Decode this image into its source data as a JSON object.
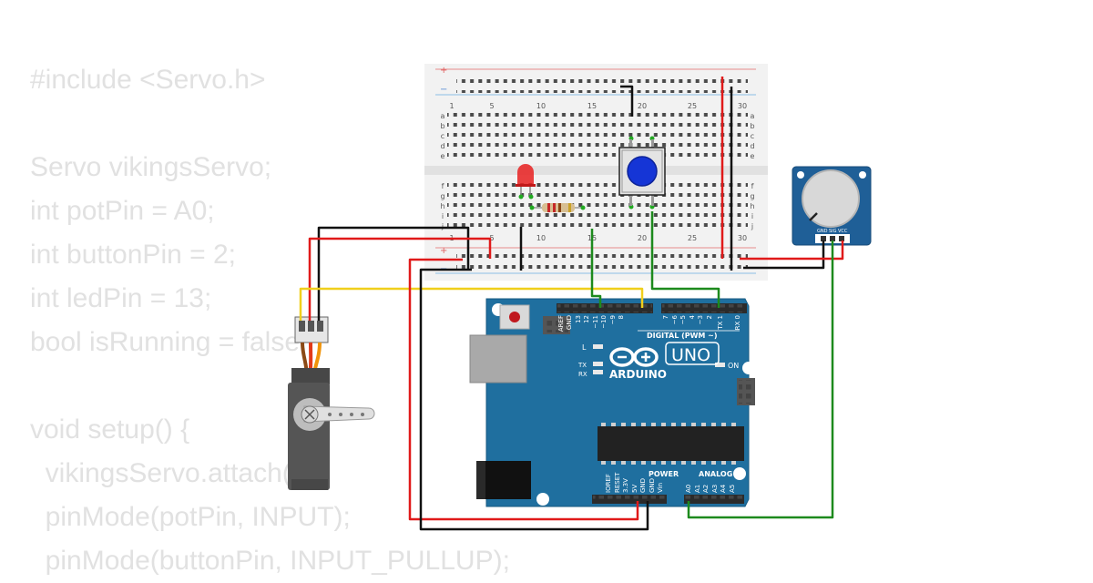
{
  "code_lines": [
    "#include <Servo.h>",
    "",
    "Servo vikingsServo;",
    "int potPin = A0;",
    "int buttonPin = 2;",
    "int ledPin = 13;",
    "bool isRunning = false;",
    "",
    "void setup() {",
    "  vikingsServo.attach(9);",
    "  pinMode(potPin, INPUT);",
    "  pinMode(buttonPin, INPUT_PULLUP);"
  ],
  "breadboard": {
    "columns": [
      "1",
      "5",
      "10",
      "15",
      "20",
      "25",
      "30"
    ],
    "rows_top": [
      "a",
      "b",
      "c",
      "d",
      "e"
    ],
    "rows_bottom": [
      "f",
      "g",
      "h",
      "i",
      "j"
    ],
    "rail_plus": "+",
    "rail_minus": "−"
  },
  "arduino": {
    "brand": "ARDUINO",
    "model": "UNO",
    "digital_label": "DIGITAL (PWM ~)",
    "on_label": "ON",
    "l_label": "L",
    "tx_label": "TX",
    "rx_label": "RX",
    "power_label": "POWER",
    "analog_label": "ANALOG IN",
    "digital_pins": [
      "AREF",
      "GND",
      "13",
      "12",
      "~11",
      "~10",
      "~9",
      "8",
      "7",
      "~6",
      "~5",
      "4",
      "~3",
      "2",
      "TX 1",
      "RX 0"
    ],
    "power_pins": [
      "IOREF",
      "RESET",
      "3.3V",
      "5V",
      "GND",
      "GND",
      "Vin"
    ],
    "analog_pins": [
      "A0",
      "A1",
      "A2",
      "A3",
      "A4",
      "A5"
    ]
  },
  "potentiometer": {
    "pins": [
      "GND",
      "SIG",
      "VCC"
    ]
  },
  "colors": {
    "board_blue": "#1f6f9f",
    "wire_red": "#e01a1a",
    "wire_black": "#111111",
    "wire_green": "#1d8a1d",
    "wire_yellow": "#f0cf1c",
    "button_blue": "#1535d6",
    "led_red": "#e82020"
  }
}
